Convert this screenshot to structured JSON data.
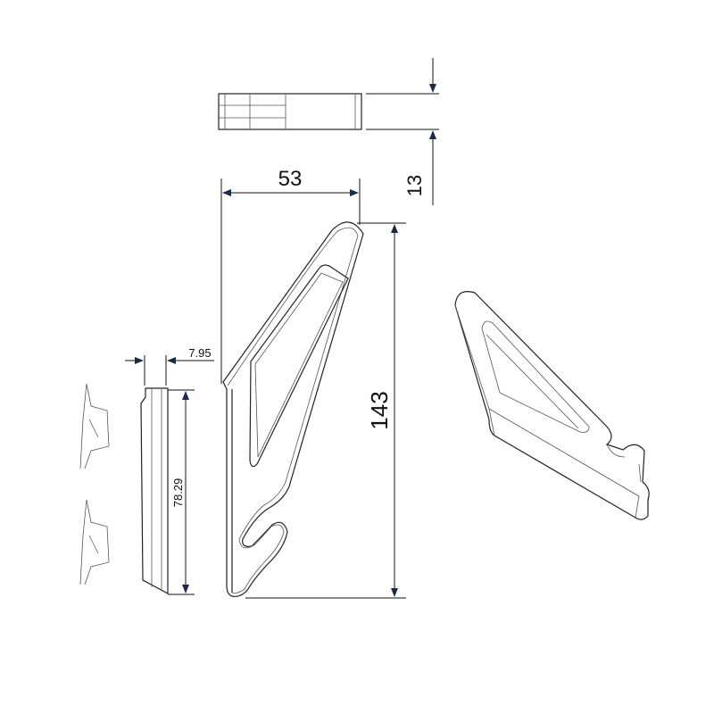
{
  "drawing": {
    "dimensions": {
      "width": "53",
      "thickness": "13",
      "height": "143",
      "side_offset": "7.95",
      "side_length": "78.29"
    },
    "colors": {
      "line": "#222222",
      "dimension_arrow": "#1a2a4a"
    }
  }
}
